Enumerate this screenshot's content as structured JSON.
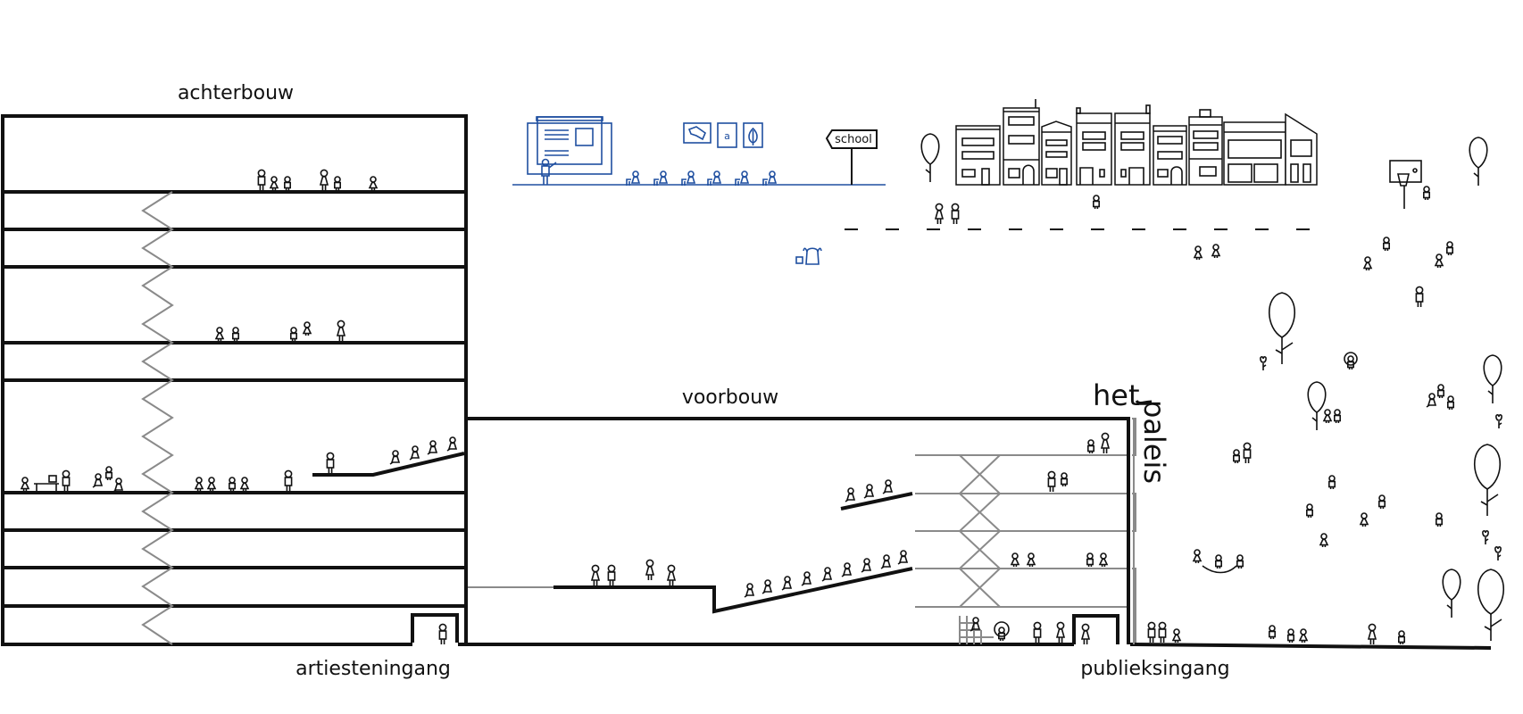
{
  "labels": {
    "achterbouw": "achterbouw",
    "voorbouw": "voorbouw",
    "artiesteningang": "artiesteningang",
    "publieksingang": "publieksingang",
    "het": "het",
    "paleis": "paleis",
    "school_sign": "school",
    "alphabet_card": "a"
  },
  "colors": {
    "ink": "#111111",
    "grey_structure": "#8a8a8a",
    "school_blue": "#1f4fa0",
    "background": "#ffffff"
  },
  "icons": {
    "person": "person-icon",
    "tree": "tree-icon",
    "flower": "flower-icon",
    "basketball_hoop": "basketball-hoop-icon",
    "backpack": "backpack-icon",
    "book": "book-icon",
    "blackboard": "blackboard-icon",
    "map_card": "belgium-map-card-icon",
    "leaf_card": "leaf-card-icon",
    "school_signpost": "signpost-icon",
    "townhouses": "townhouse-row-icon"
  }
}
